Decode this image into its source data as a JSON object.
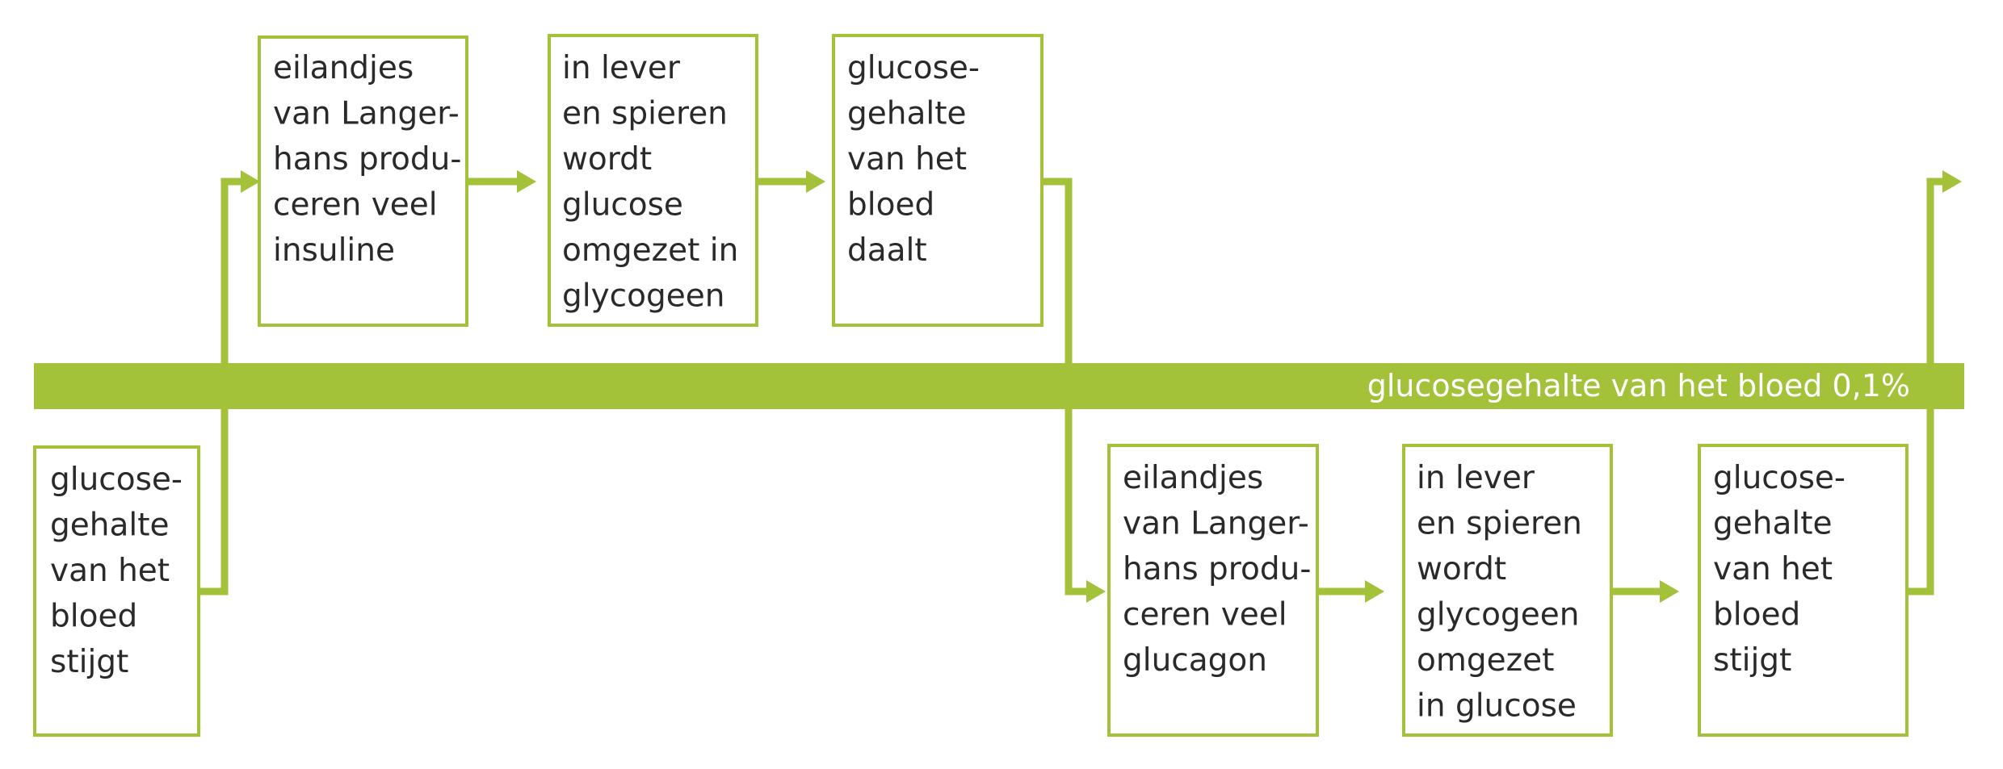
{
  "colors": {
    "accent": "#a3c23a",
    "text": "#2a2a2a",
    "band_text": "#ffffff",
    "background": "#ffffff"
  },
  "band_label": "glucosegehalte van het bloed 0,1%",
  "boxes": {
    "start_rise": [
      "glucose-",
      "gehalte",
      "van het",
      "bloed",
      "stijgt"
    ],
    "insulin_production": [
      "eilandjes",
      "van Langer-",
      "hans produ-",
      "ceren veel",
      "insuline"
    ],
    "glucose_to_glycogen": [
      "in lever",
      "en spieren",
      "wordt",
      "glucose",
      "omgezet in",
      "glycogeen"
    ],
    "glucose_falls": [
      "glucose-",
      "gehalte",
      "van het",
      "bloed",
      "daalt"
    ],
    "glucagon_production": [
      "eilandjes",
      "van Langer-",
      "hans produ-",
      "ceren veel",
      "glucagon"
    ],
    "glycogen_to_glucose": [
      "in lever",
      "en spieren",
      "wordt",
      "glycogeen",
      "omgezet",
      "in glucose"
    ],
    "glucose_rises": [
      "glucose-",
      "gehalte",
      "van het",
      "bloed",
      "stijgt"
    ]
  }
}
